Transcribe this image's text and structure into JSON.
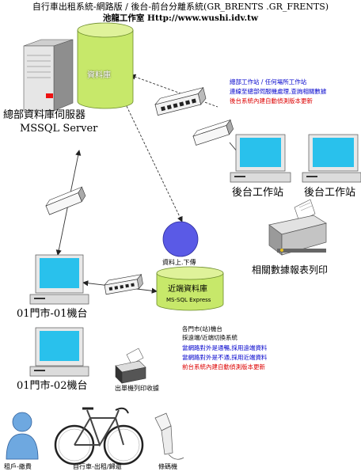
{
  "header": {
    "title": "自行車出租系統-網路版 / 後台-前台分離系統(GR_BRENTS .GR_FRENTS)",
    "subtitle": "池龍工作室 Http://www.wushi.idv.tw"
  },
  "nodes": {
    "database_label": "資料庫",
    "server_label_1": "總部資料庫伺服器",
    "server_label_2": "MSSQL Server",
    "sync_label": "資料上.下傳",
    "local_db_label_1": "近端資料庫",
    "local_db_label_2": "MS-SQL Express",
    "backend_ws_1": "後台工作站",
    "backend_ws_2": "後台工作站",
    "report_printer": "相關數據報表列印",
    "store_1": "01門市-01機台",
    "store_2": "01門市-02機台",
    "receipt_printer": "出單機列印收據",
    "customer": "租戶-繳費",
    "bicycle": "自行車-出租/歸還",
    "barcode": "條碼機"
  },
  "notes": {
    "hq": [
      {
        "text": "總部工作站 / 任何場所工作站",
        "color": "#0000cc"
      },
      {
        "text": "連線至總部伺服機處理,查詢相關數據",
        "color": "#0000cc"
      },
      {
        "text": "後台系統內建自動偵測版本更新",
        "color": "#dd0000"
      }
    ],
    "store": [
      {
        "text": "各門市(站)機台",
        "color": "#000000"
      },
      {
        "text": "採遠端/近端切換系統",
        "color": "#000000"
      },
      {
        "text": "當網路對外是通暢,採用遠端資料",
        "color": "#0000cc"
      },
      {
        "text": "當網路對外是不通,採用近端資料",
        "color": "#0000cc"
      },
      {
        "text": "前台系統內建自動偵測版本更新",
        "color": "#dd0000"
      }
    ]
  },
  "colors": {
    "db_main": "#c7e86a",
    "sync_circle": "#5a5ae6",
    "switch_body": "#f2f2f2"
  }
}
